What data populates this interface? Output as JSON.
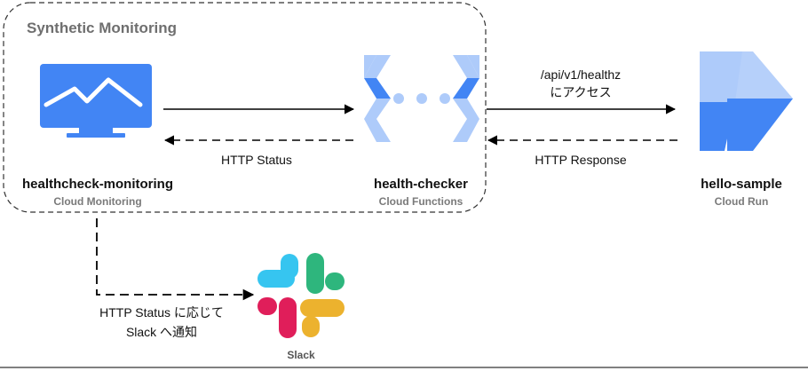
{
  "group": {
    "title": "Synthetic Monitoring"
  },
  "nodes": {
    "monitoring": {
      "title": "healthcheck-monitoring",
      "subtitle": "Cloud Monitoring",
      "icon": "monitor-chart-icon"
    },
    "checker": {
      "title": "health-checker",
      "subtitle": "Cloud Functions",
      "icon": "cloud-functions-icon"
    },
    "run": {
      "title": "hello-sample",
      "subtitle": "Cloud Run",
      "icon": "cloud-run-icon"
    },
    "slack": {
      "title": "Slack",
      "icon": "slack-icon"
    }
  },
  "edges": {
    "monitor_to_checker": {
      "label": ""
    },
    "checker_to_monitor": {
      "label": "HTTP Status"
    },
    "checker_to_run": {
      "line1": "/api/v1/healthz",
      "line2": "にアクセス"
    },
    "run_to_checker": {
      "label": "HTTP Response"
    },
    "monitor_to_slack": {
      "line1": "HTTP Status に応じて",
      "line2": "Slack へ通知"
    }
  },
  "colors": {
    "blue_dark": "#4285f4",
    "blue_light": "#aecbfa",
    "slack_blue": "#36c5f0",
    "slack_green": "#2eb67d",
    "slack_yellow": "#ecb22e",
    "slack_red": "#e01e5a"
  }
}
